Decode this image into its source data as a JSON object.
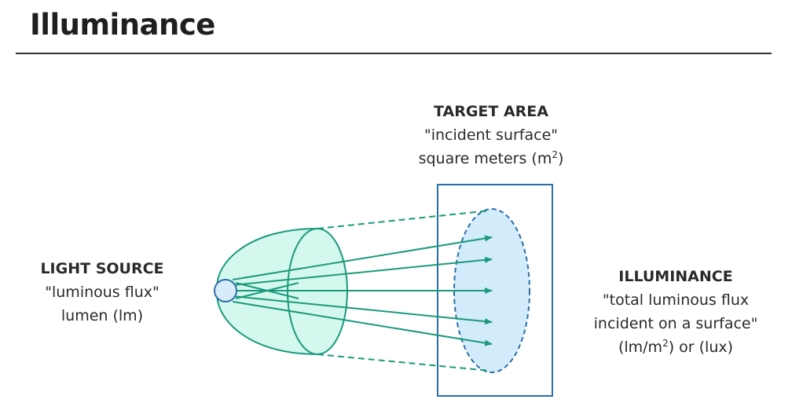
{
  "title": "Illuminance",
  "light_source": {
    "heading": "LIGHT SOURCE",
    "line1": "\"luminous flux\"",
    "line2": "lumen (lm)"
  },
  "target_area": {
    "heading": "TARGET AREA",
    "line1": "\"incident surface\"",
    "line2_prefix": "square meters (m",
    "line2_sup": "2",
    "line2_suffix": ")"
  },
  "illuminance": {
    "heading": "ILLUMINANCE",
    "line1": "\"total luminous flux",
    "line2": "incident on a surface\"",
    "line3_prefix": "(lm/m",
    "line3_sup": "2",
    "line3_suffix": ") or (lux)"
  },
  "colors": {
    "teal": "#1b9a7c",
    "cone_fill": "#d4f8ee",
    "target_fill": "#d3ecfb",
    "target_stroke": "#2c6fa6",
    "box_stroke": "#2a6ea8",
    "source_fill": "#d6ecfa"
  }
}
